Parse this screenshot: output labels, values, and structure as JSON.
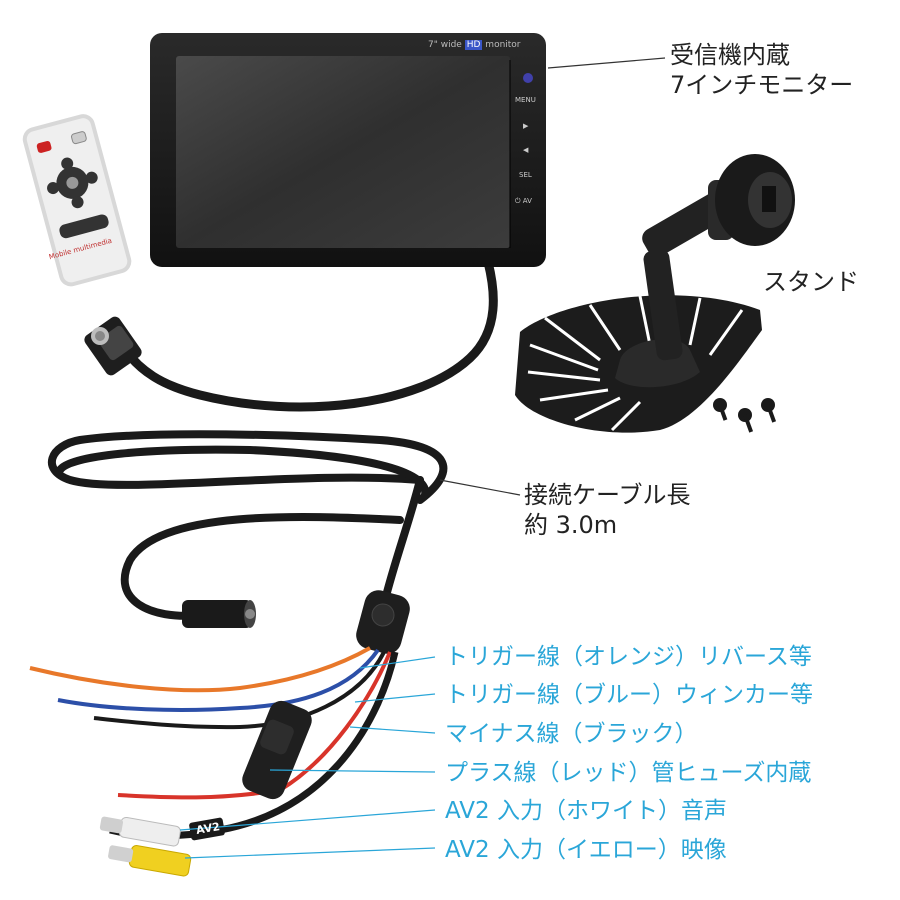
{
  "colors": {
    "background": "#ffffff",
    "dark_label": "#222222",
    "blue_label": "#2aa6d8",
    "monitor_body": "#1c1c1c",
    "wire_orange": "#e8782a",
    "wire_blue": "#2c4fa8",
    "wire_red": "#d8342a",
    "rca_yellow": "#f0d020"
  },
  "monitor": {
    "brand_text": "7\" wide",
    "hd_badge": "HD",
    "brand_suffix": "monitor",
    "buttons": [
      "MENU",
      "▶",
      "◀",
      "SEL",
      "⏻ AV"
    ]
  },
  "remote": {
    "brand_text": "Mobile multimedia"
  },
  "callouts": {
    "monitor_line1": "受信機内蔵",
    "monitor_line2": "7インチモニター",
    "stand": "スタンド",
    "cable_line1": "接続ケーブル長",
    "cable_line2": "約 3.0m"
  },
  "wires": [
    "トリガー線（オレンジ）リバース等",
    "トリガー線（ブルー）ウィンカー等",
    "マイナス線（ブラック）",
    "プラス線（レッド）管ヒューズ内蔵",
    "AV2 入力（ホワイト）音声",
    "AV2 入力（イエロー）映像"
  ],
  "cable_tag": "AV2"
}
